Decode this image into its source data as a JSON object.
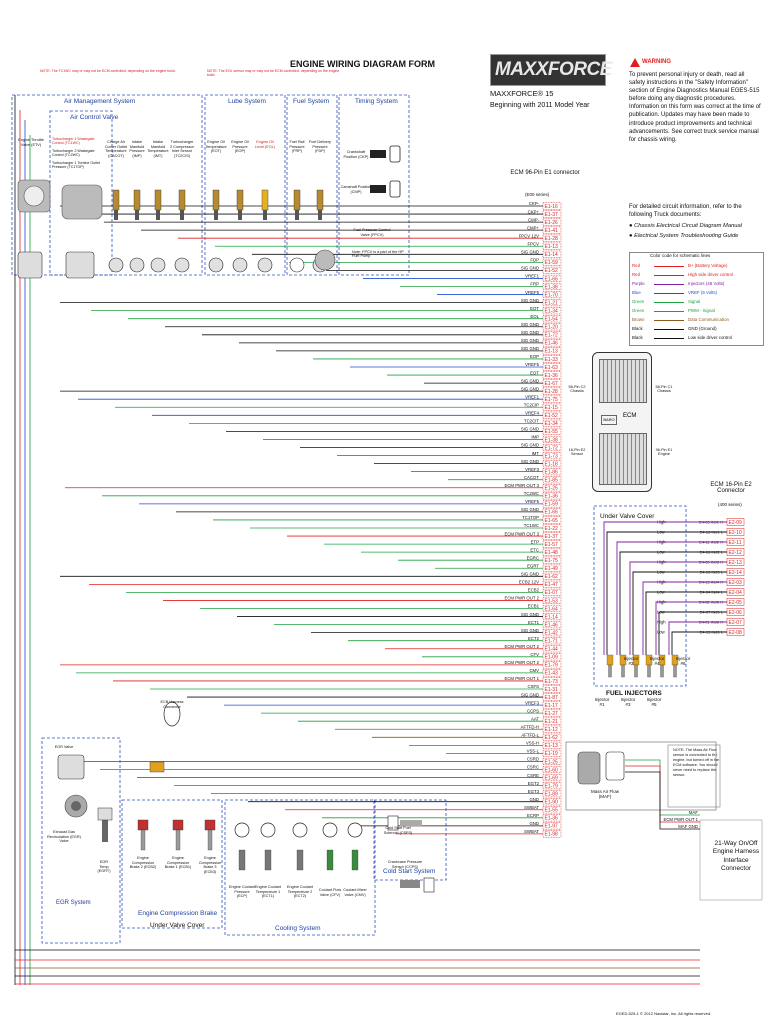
{
  "header": {
    "title": "ENGINE WIRING DIAGRAM FORM",
    "brand": "MAXXFORCE",
    "model": "MAXXFORCE® 15",
    "model_year": "Beginning with 2011 Model Year",
    "note_left": "NOTE: The TC1WC may or may not be ECM controlled, depending on the engine build.",
    "note_mid": "NOTE: The EOL sensor may or may not be ECM controlled, depending on the engine build."
  },
  "warning": {
    "title": "WARNING",
    "body": "To prevent personal injury or death, read all safety instructions in the \"Safety Information\" section of Engine Diagnostics Manual EGES-515 before doing any diagnostic procedures. Information on this form was correct at the time of publication. Updates may have been made to introduce product improvements and technical advancements. See correct truck service manual for chassis wiring.",
    "docs_intro": "For detailed circuit information, refer to the following Truck documents:",
    "docs": [
      "Chassis Electrical Circuit Diagram Manual",
      "Electrical System Troubleshooting Guide"
    ]
  },
  "color_code": {
    "title": "Color code for schematic lines",
    "rows": [
      {
        "name": "Red",
        "desc": "B+ (Battery Voltage)",
        "color": "#e02020"
      },
      {
        "name": "Red",
        "desc": "High side driver control",
        "color": "#e02020"
      },
      {
        "name": "Purple",
        "desc": "Injectors (48 Volts)",
        "color": "#8020a0"
      },
      {
        "name": "Blue",
        "desc": "VREF (5 Volts)",
        "color": "#2050d0"
      },
      {
        "name": "Green",
        "desc": "Signal",
        "color": "#20a040"
      },
      {
        "name": "Green",
        "desc": "PWM - Signal",
        "color": "#20a040"
      },
      {
        "name": "Brown",
        "desc": "Data Communication",
        "color": "#8a5a20"
      },
      {
        "name": "Black",
        "desc": "GND (Ground)",
        "color": "#111111"
      },
      {
        "name": "Black",
        "desc": "Low side driver control",
        "color": "#111111"
      }
    ]
  },
  "sections": {
    "air": "Air Management System",
    "air_valve": "Air Control Valve",
    "lube": "Lube System",
    "fuel": "Fuel System",
    "timing": "Timing System",
    "egr": "EGR System",
    "compression_brake": "Engine Compression Brake",
    "under_valve_cover": "Under Valve Cover",
    "cooling": "Cooling System",
    "cold_start": "Cold Start System",
    "fuel_injectors": "FUEL INJECTORS",
    "under_valve_cover_right": "Under Valve Cover"
  },
  "sensors_top": [
    {
      "label": "Engine Throttle Valve (ETV)"
    },
    {
      "label": "Turbocharger 2 Wastegate Control (TC2WC)"
    },
    {
      "label": "Charge Air Cooler Outlet Temperature (CACOT)"
    },
    {
      "label": "Intake Manifold Pressure (IMP)"
    },
    {
      "label": "Intake Manifold Temperature (IMT)"
    },
    {
      "label": "Turbocharger 2 Compressor Inlet Sensor (TC2CIS)"
    },
    {
      "label": "Engine Oil Temperature (EOT)"
    },
    {
      "label": "Engine Oil Pressure (EOP)"
    },
    {
      "label": "Engine Oil Level (EOL)"
    },
    {
      "label": "Fuel Rail Pressure (FRP)"
    },
    {
      "label": "Fuel Delivery Pressure (FDP)"
    },
    {
      "label": "Crankshaft Position (CKP)"
    },
    {
      "label": "Camshaft Position (CMP)"
    },
    {
      "label": "Fuel Pressure Control Valve (FPCV)"
    }
  ],
  "turbo_labels": [
    "Turbocharger 1 Wastegate Control (TC1WC)",
    "Turbocharger 2 Wastegate Control (TC2WC)",
    "Turbocharger 1 Turbine Outlet Pressure (TC1TOP)"
  ],
  "fpcv_note": "Note: FPCV is a part of the HP Fuel Pump",
  "connector_e1": {
    "title": "ECM 96-Pin E1 connector",
    "series": "(E00 series)"
  },
  "connector_e2": {
    "title": "ECM 16-Pin E2 Connector",
    "series": "(400 series)"
  },
  "e1_pins": [
    {
      "pin": "E1-16",
      "sig": "CKP-"
    },
    {
      "pin": "E1-37",
      "sig": "CKP+"
    },
    {
      "pin": "E1-26",
      "sig": "CMP-"
    },
    {
      "pin": "E1-41",
      "sig": "CMP+"
    },
    {
      "pin": "E1-28",
      "sig": "FPCV 12V"
    },
    {
      "pin": "E1-13",
      "sig": "FPCV"
    },
    {
      "pin": "E1-14",
      "sig": "SIG GND"
    },
    {
      "pin": "E1-59",
      "sig": "FDP"
    },
    {
      "pin": "E1-52",
      "sig": "SIG GND"
    },
    {
      "pin": "E1-66",
      "sig": "VREF1"
    },
    {
      "pin": "E1-38",
      "sig": "FRP"
    },
    {
      "pin": "E1-70",
      "sig": "VREF5"
    },
    {
      "pin": "E1-21",
      "sig": "SIG GND"
    },
    {
      "pin": "E1-34",
      "sig": "EOT"
    },
    {
      "pin": "E1-54",
      "sig": "EOL"
    },
    {
      "pin": "E1-20",
      "sig": "SIG GND"
    },
    {
      "pin": "E1-72",
      "sig": "SIG GND"
    },
    {
      "pin": "E1-46",
      "sig": "SIG GND"
    },
    {
      "pin": "E1-13",
      "sig": "SIG GND"
    },
    {
      "pin": "E1-33",
      "sig": "EOP"
    },
    {
      "pin": "E1-63",
      "sig": "VREF5"
    },
    {
      "pin": "E1-36",
      "sig": "EOT"
    },
    {
      "pin": "E1-67",
      "sig": "SIG GND"
    },
    {
      "pin": "E1-28",
      "sig": "SIG GND"
    },
    {
      "pin": "E1-75",
      "sig": "VREF1"
    },
    {
      "pin": "E1-15",
      "sig": "TC2CIP"
    },
    {
      "pin": "E1-52",
      "sig": "VREF4"
    },
    {
      "pin": "E1-34",
      "sig": "TC2CIT"
    },
    {
      "pin": "E1-55",
      "sig": "SIG GND"
    },
    {
      "pin": "E1-38",
      "sig": "IMP"
    },
    {
      "pin": "E1-72",
      "sig": "SIG GND"
    },
    {
      "pin": "E1-73",
      "sig": "IMT"
    },
    {
      "pin": "E1-18",
      "sig": "SIG GND"
    },
    {
      "pin": "E1-86",
      "sig": "VREF3"
    },
    {
      "pin": "E1-85",
      "sig": "CACOT"
    },
    {
      "pin": "E1-25",
      "sig": "ECM PWR OUT 3"
    },
    {
      "pin": "E1-36",
      "sig": "TC2WC"
    },
    {
      "pin": "E1-59",
      "sig": "VREF5"
    },
    {
      "pin": "E1-66",
      "sig": "SIG GND"
    },
    {
      "pin": "E1-65",
      "sig": "TC1TOP"
    },
    {
      "pin": "E1-22",
      "sig": "TC1WC"
    },
    {
      "pin": "E1-37",
      "sig": "ECM PWR OUT 3"
    },
    {
      "pin": "E1-57",
      "sig": "ETP"
    },
    {
      "pin": "E1-48",
      "sig": "ETC"
    },
    {
      "pin": "E1-75",
      "sig": "EGRC"
    },
    {
      "pin": "E1-49",
      "sig": "EGRT"
    },
    {
      "pin": "E1-62",
      "sig": "SIG GND"
    },
    {
      "pin": "E1-47",
      "sig": "ECB2 12V"
    },
    {
      "pin": "E1-07",
      "sig": "ECB2"
    },
    {
      "pin": "E1-53",
      "sig": "ECM PWR OUT 2"
    },
    {
      "pin": "E1-64",
      "sig": "ECB1"
    },
    {
      "pin": "E1-14",
      "sig": "SIG GND"
    },
    {
      "pin": "E1-46",
      "sig": "ECT1"
    },
    {
      "pin": "E1-42",
      "sig": "SIG GND"
    },
    {
      "pin": "E1-71",
      "sig": "ECT2"
    },
    {
      "pin": "E1-44",
      "sig": "ECM PWR OUT 2"
    },
    {
      "pin": "E1-09",
      "sig": "CFV"
    },
    {
      "pin": "E1-79",
      "sig": "ECM PWR OUT 2"
    },
    {
      "pin": "E1-43",
      "sig": "CMV"
    },
    {
      "pin": "E1-73",
      "sig": "ECM PWR OUT 1"
    },
    {
      "pin": "E1-31",
      "sig": "CSFS"
    },
    {
      "pin": "E1-87",
      "sig": "SIG GND"
    },
    {
      "pin": "E1-17",
      "sig": "VREF3"
    },
    {
      "pin": "E1-27",
      "sig": "CCPS"
    },
    {
      "pin": "E1-21",
      "sig": "AAT"
    },
    {
      "pin": "E1-12",
      "sig": "AFTFD-H"
    },
    {
      "pin": "E1-62",
      "sig": "AFTFD-L"
    },
    {
      "pin": "E1-13",
      "sig": "VSS-H"
    },
    {
      "pin": "E1-19",
      "sig": "VSS-L"
    },
    {
      "pin": "E1-25",
      "sig": "CSRD"
    },
    {
      "pin": "E1-60",
      "sig": "CSRC"
    },
    {
      "pin": "E1-69",
      "sig": "CSRE"
    },
    {
      "pin": "E1-79",
      "sig": "EGT2"
    },
    {
      "pin": "E1-89",
      "sig": "EGT3"
    },
    {
      "pin": "E1-90",
      "sig": "GND"
    },
    {
      "pin": "E1-55",
      "sig": "SWBAT"
    },
    {
      "pin": "E1-36",
      "sig": "ECRP"
    },
    {
      "pin": "E1-97",
      "sig": "GND"
    },
    {
      "pin": "E1-98",
      "sig": "SWBAT"
    }
  ],
  "e2_pins": [
    {
      "pin": "E2-09",
      "sig": "E4-03 INJ1 H"
    },
    {
      "pin": "E2-10",
      "sig": "E4-16 INJ1 L"
    },
    {
      "pin": "E2-11",
      "sig": "E4-11 INJ2 H"
    },
    {
      "pin": "E2-12",
      "sig": "E4-06 INJ2 L"
    },
    {
      "pin": "E2-13",
      "sig": "E4-09 INJ3 H"
    },
    {
      "pin": "E2-14",
      "sig": "E4-10 INJ3 L"
    },
    {
      "pin": "E2-03",
      "sig": "E4-13 INJ4 H"
    },
    {
      "pin": "E2-04",
      "sig": "E4-04 INJ4 L"
    },
    {
      "pin": "E2-05",
      "sig": "E4-02 INJ5 H"
    },
    {
      "pin": "E2-06",
      "sig": "E4-07 INJ5 L"
    },
    {
      "pin": "E2-07",
      "sig": "E4-01 INJ6 H"
    },
    {
      "pin": "E2-08",
      "sig": "E4-15 INJ6 L"
    }
  ],
  "ecm_block": {
    "label": "ECM",
    "c2": "58-Pin C2 Chassis",
    "c1": "58-Pin C1 Chassis",
    "e1": "96-Pin E1 Engine",
    "e2": "16-Pin E2 Sensor",
    "baro": "BARO"
  },
  "injectors": [
    "Injector #1",
    "Injector #2",
    "Injector #3",
    "Injector #4",
    "Injector #5",
    "Injector #6"
  ],
  "high_low": [
    "High",
    "Low"
  ],
  "maf": {
    "label": "Mass Air Flow (MAF)",
    "note": "NOTE: The Mass Air Flow sensor is connected to the engine, but turned off in the ECM software. You should never need to replace this sensor.",
    "signals": [
      "MAF",
      "ECM PWR OUT 1",
      "MAF GND"
    ]
  },
  "bottom_sensors": [
    {
      "label": "EGR Valve"
    },
    {
      "label": "Exhaust Gas Recirculation (EGR) Valve"
    },
    {
      "label": "EGR Temp (EGRT)"
    },
    {
      "label": "ECB Harness Connector"
    },
    {
      "label": "Engine Compression Brake 2 (ECB2)"
    },
    {
      "label": "Engine Compression Brake 1 (ECB1)"
    },
    {
      "label": "Engine Compression Brake 3 (ECB3)"
    },
    {
      "label": "Engine Coolant Pressure (ECP)"
    },
    {
      "label": "Engine Coolant Temperature 1 (ECT1)"
    },
    {
      "label": "Engine Coolant Temperature 2 (ECT2)"
    },
    {
      "label": "Coolant Flow Valve (CFV)"
    },
    {
      "label": "Coolant Mixer Valve (CMV)"
    },
    {
      "label": "Cold Start Fuel Solenoid (CSFS)"
    },
    {
      "label": "Crankcase Pressure Sensor (CCPS)"
    }
  ],
  "interface": {
    "label": "21-Way On/Off Engine Harness Interface Connector"
  },
  "footer": "EGED-525-1 © 2012 Navistar, Inc. All rights reserved."
}
